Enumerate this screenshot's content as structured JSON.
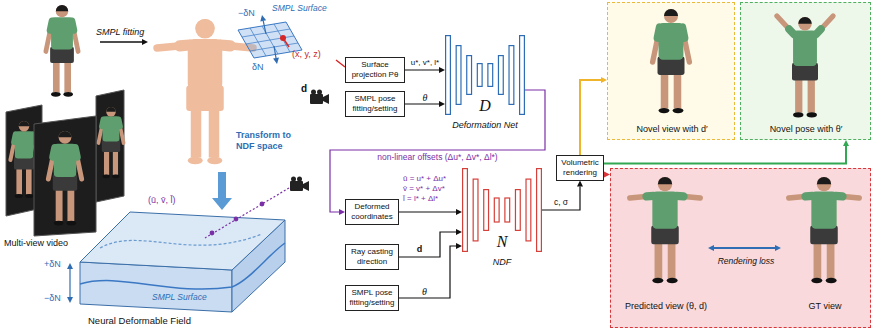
{
  "diagram": {
    "nodes": [
      {
        "text": [
          "Surface projection Pθ"
        ]
      },
      {
        "text": [
          "SMPL pose fitting/setting"
        ]
      },
      {
        "text": [
          "D",
          "Deformation Net"
        ]
      },
      {
        "text": [
          "Deformed coordinates"
        ]
      },
      {
        "text": [
          "Ray casting direction"
        ]
      },
      {
        "text": [
          "SMPL pose fitting/setting"
        ]
      },
      {
        "text": [
          "N",
          "NDF"
        ]
      },
      {
        "text": [
          "Volumetric rendering"
        ]
      },
      {
        "text": [
          "Novel view with d′"
        ]
      },
      {
        "text": [
          "Novel pose with θ′"
        ]
      },
      {
        "text": [
          "Predicted view (θ, d)",
          "Rendering loss",
          "GT view"
        ]
      }
    ],
    "edges": [
      {
        "from": 0,
        "to": 2,
        "arrow": "to",
        "label": "u*, v*, l*"
      },
      {
        "from": 1,
        "to": 2,
        "arrow": "to",
        "label": "θ"
      },
      {
        "from": 2,
        "to": 3,
        "arrow": "to",
        "label": "non-linear offsets (Δu*, Δv*, Δl*)"
      },
      {
        "from": 3,
        "to": 6,
        "arrow": "to"
      },
      {
        "from": 4,
        "to": 6,
        "arrow": "to",
        "label": "d"
      },
      {
        "from": 5,
        "to": 6,
        "arrow": "to",
        "label": "θ"
      },
      {
        "from": 6,
        "to": 7,
        "arrow": "to",
        "label": "c, σ"
      },
      {
        "from": 7,
        "to": 8,
        "arrow": "to"
      },
      {
        "from": 7,
        "to": 9,
        "arrow": "to"
      },
      {
        "from": 7,
        "to": 10,
        "arrow": "to"
      }
    ],
    "labels": [
      "SMPL fitting",
      "SMPL Surface",
      "−δN",
      "δN",
      "(x, y, z)",
      "d",
      "Multi-view video",
      "Transform to NDF space",
      "+δN",
      "−δN",
      "(ū, v̄, l̄)",
      "SMPL Surface",
      "Neural Deformable Field",
      "ū = u* + Δu*",
      "v̄ = v* + Δv*",
      "l̄ = l* + Δl*"
    ]
  }
}
